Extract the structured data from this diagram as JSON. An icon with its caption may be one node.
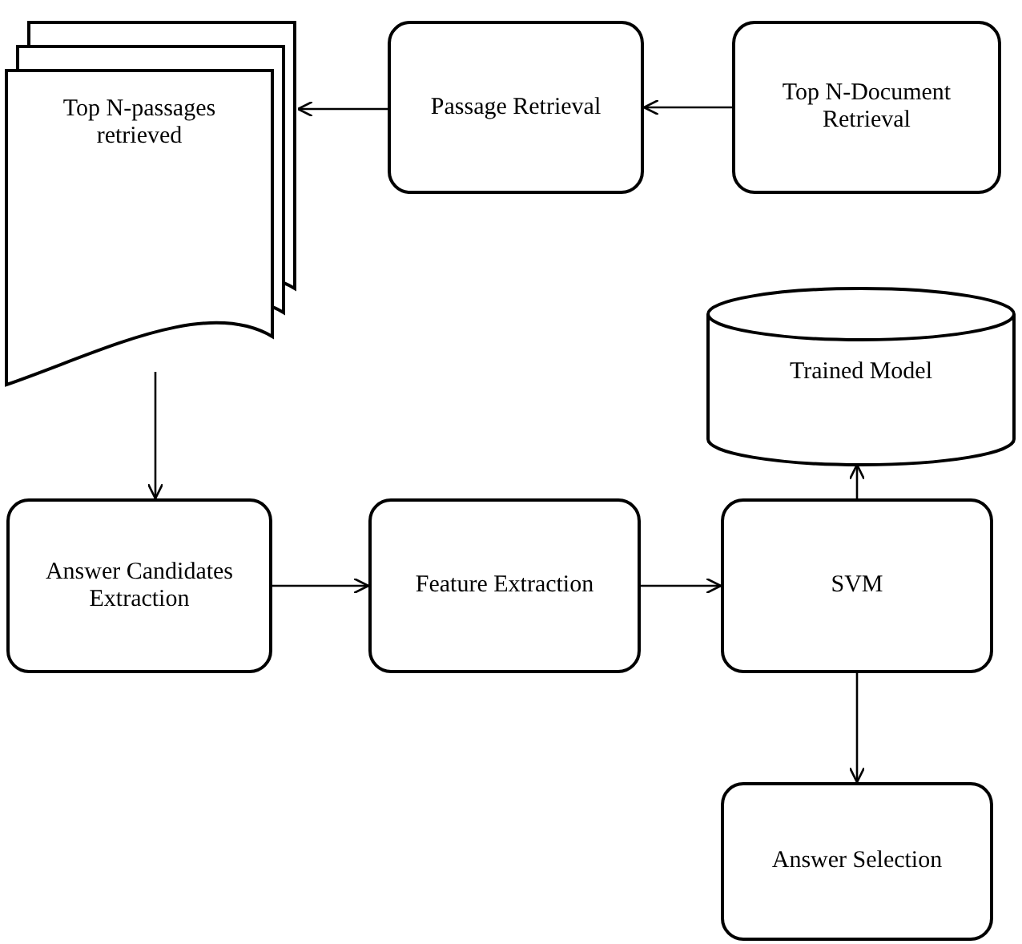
{
  "diagram": {
    "nodes": [
      {
        "text": [
          "Top N-passages retrieved"
        ]
      },
      {
        "text": [
          "Passage Retrieval"
        ]
      },
      {
        "text": [
          "Top N-Document Retrieval"
        ]
      },
      {
        "text": [
          "Trained Model"
        ]
      },
      {
        "text": [
          "Answer Candidates Extraction"
        ]
      },
      {
        "text": [
          "Feature Extraction"
        ]
      },
      {
        "text": [
          "SVM"
        ]
      },
      {
        "text": [
          "Answer Selection"
        ]
      }
    ],
    "edges": [
      {
        "from": 2,
        "to": 1,
        "arrow": "to"
      },
      {
        "from": 1,
        "to": 0,
        "arrow": "to"
      },
      {
        "from": 0,
        "to": 4,
        "arrow": "to"
      },
      {
        "from": 4,
        "to": 5,
        "arrow": "to"
      },
      {
        "from": 5,
        "to": 6,
        "arrow": "to"
      },
      {
        "from": 6,
        "to": 3,
        "arrow": "to"
      },
      {
        "from": 6,
        "to": 7,
        "arrow": "to"
      }
    ]
  }
}
